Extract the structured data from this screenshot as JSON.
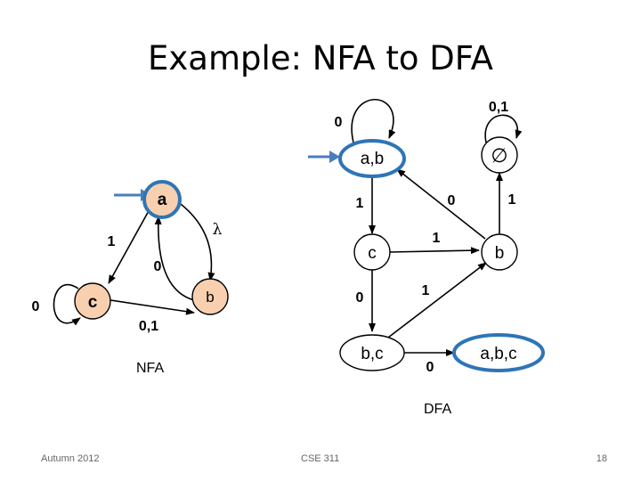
{
  "title": "Example: NFA to DFA",
  "colors": {
    "nfa_state_fill": "#f8d0b0",
    "highlight_stroke": "#2e75b6",
    "arrow_blue": "#4a7ebb",
    "line": "#000000"
  },
  "nfa": {
    "caption": "NFA",
    "states": {
      "a": "a",
      "b": "b",
      "c": "c"
    },
    "labels": {
      "a_to_c": "1",
      "a_to_b": "λ",
      "b_to_a": "0",
      "c_to_b": "0,1",
      "c_loop": "0"
    }
  },
  "dfa": {
    "caption": "DFA",
    "states": {
      "ab": "a,b",
      "empty": "∅",
      "c": "c",
      "b": "b",
      "bc": "b,c",
      "abc": "a,b,c"
    },
    "labels": {
      "ab_loop": "0",
      "empty_loop": "0,1",
      "ab_to_c": "1",
      "b_to_ab": "0",
      "b_to_empty": "1",
      "c_to_b": "1",
      "c_to_bc": "0",
      "bc_to_b": "1",
      "bc_to_abc": "0"
    }
  },
  "footer": {
    "left": "Autumn 2012",
    "center": "CSE 311",
    "right": "18"
  }
}
